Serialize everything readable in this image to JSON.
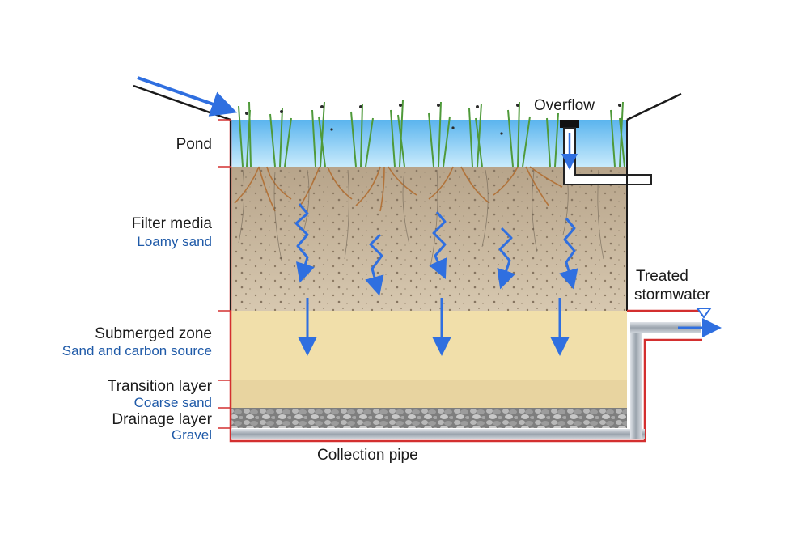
{
  "labels": {
    "pond": "Pond",
    "filter_media": "Filter media",
    "filter_media_sub": "Loamy sand",
    "submerged_zone": "Submerged zone",
    "submerged_zone_sub": "Sand and carbon source",
    "transition_layer": "Transition layer",
    "transition_layer_sub": "Coarse sand",
    "drainage_layer": "Drainage layer",
    "drainage_layer_sub": "Gravel",
    "overflow": "Overflow",
    "treated_line1": "Treated",
    "treated_line2": "stormwater",
    "collection_pipe": "Collection pipe"
  },
  "colors": {
    "text": "#1a1a1a",
    "sublabel": "#1f5aa8",
    "flow_arrow": "#2f6fe0",
    "outline": "#d32f2f",
    "water_top": "#5ab4ee",
    "water_bottom": "#bfe6fb",
    "soil": "#c7b59a",
    "submerged": "#f1dfaa",
    "transition": "#e8d4a0",
    "gravel": "#8a8a8a"
  }
}
